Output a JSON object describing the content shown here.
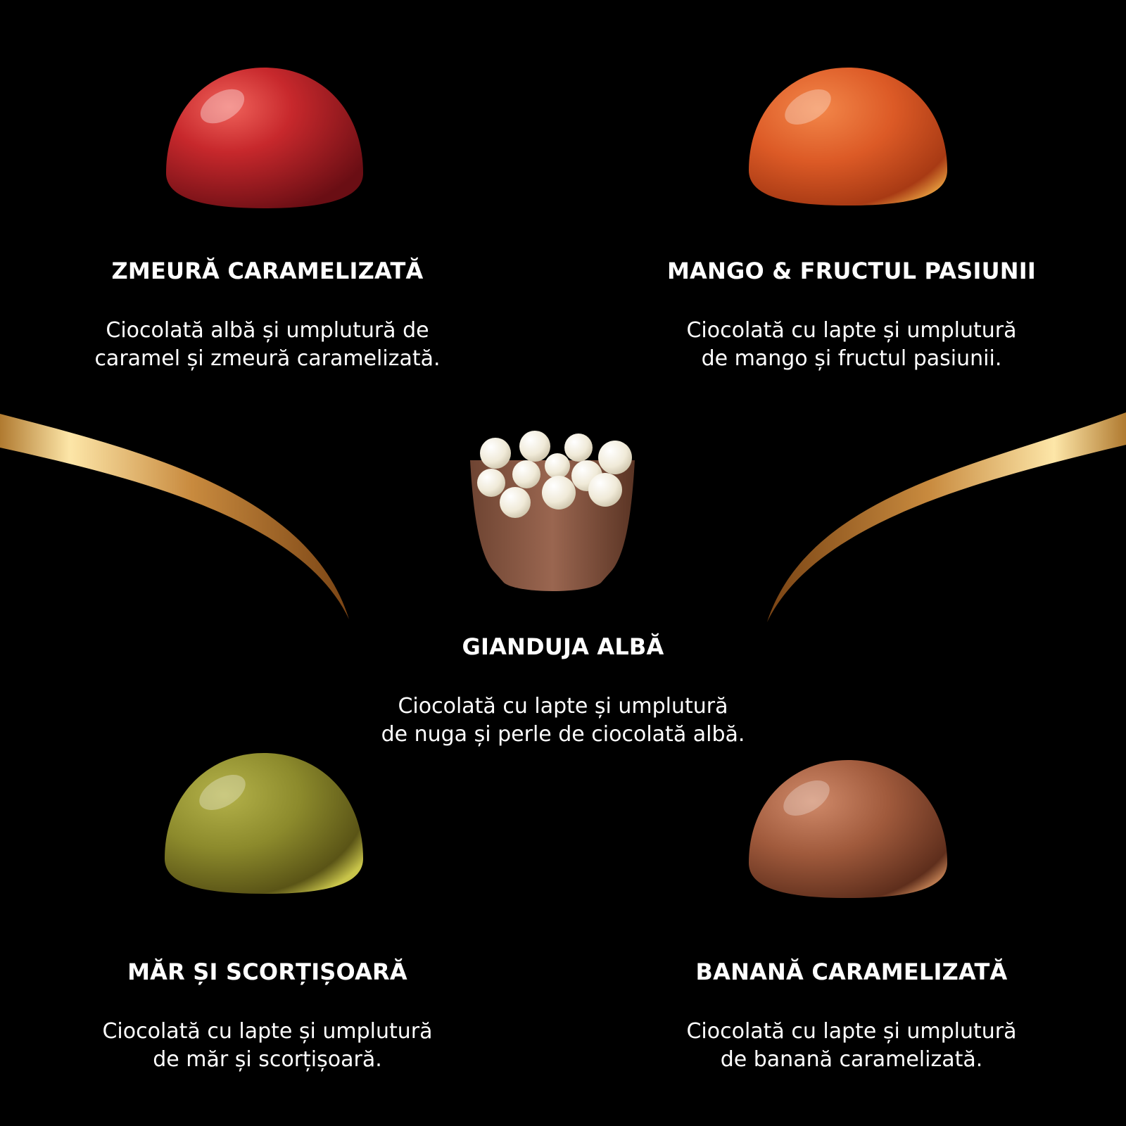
{
  "colors": {
    "background": "#000000",
    "text": "#ffffff",
    "swirl_light": "#fde6a8",
    "swirl_mid": "#e0a550",
    "swirl_dark": "#8a4f18"
  },
  "items": {
    "zmeura": {
      "title": "ZMEURĂ CARAMELIZATĂ",
      "desc_line1": "Ciocolată albă și umplutură de",
      "desc_line2": "caramel și zmeură caramelizată.",
      "color": "#c7282c"
    },
    "mango": {
      "title": "MANGO & FRUCTUL PASIUNII",
      "desc_line1": "Ciocolată cu lapte și umplutură",
      "desc_line2": "de mango și fructul pasiunii.",
      "color": "#dc5a26"
    },
    "gianduja": {
      "title": "GIANDUJA ALBĂ",
      "desc_line1": "Ciocolată cu lapte și umplutură",
      "desc_line2": "de nuga și perle de ciocolată albă.",
      "color": "#8a5a44"
    },
    "mar": {
      "title": "MĂR ȘI SCORȚIȘOARĂ",
      "desc_line1": "Ciocolată cu lapte și umplutură",
      "desc_line2": "de măr și scorțișoară.",
      "color": "#8c8a2c"
    },
    "banana": {
      "title": "BANANĂ CARAMELIZATĂ",
      "desc_line1": "Ciocolată cu lapte și umplutură",
      "desc_line2": "de banană caramelizată.",
      "color": "#a05a3c"
    }
  }
}
